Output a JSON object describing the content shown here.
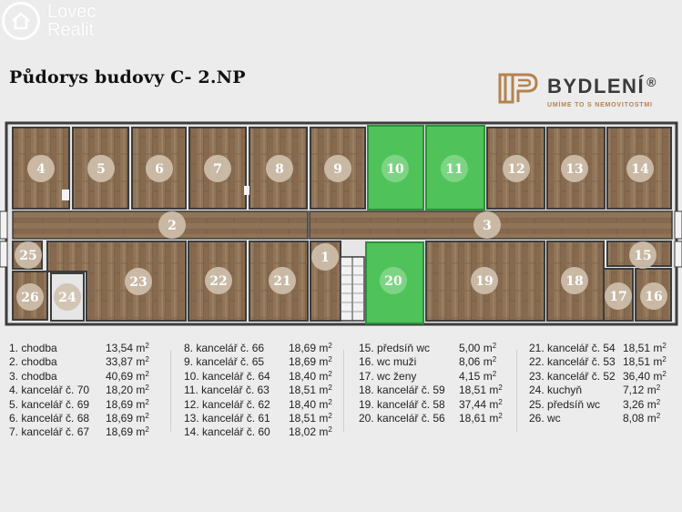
{
  "watermark": {
    "brand_line1": "Lovec",
    "brand_line2": "Realit",
    "icon": "house-icon"
  },
  "title": "Půdorys budovy C- 2.NP",
  "logo": {
    "name": "BYDLENÍ",
    "registered": "®",
    "tagline": "UMÍME TO S NEMOVITOSTMI",
    "icon": "logo-mark-icon"
  },
  "colors": {
    "floor": "#8f7458",
    "floor_dark": "#6f573f",
    "highlight": "#4fc35a",
    "wall": "#3c3c3c",
    "circle": "#cfc1ae",
    "accent": "#b5834e"
  },
  "rooms": [
    {
      "label": "4",
      "highlighted": false
    },
    {
      "label": "5",
      "highlighted": false
    },
    {
      "label": "6",
      "highlighted": false
    },
    {
      "label": "7",
      "highlighted": false
    },
    {
      "label": "8",
      "highlighted": false
    },
    {
      "label": "9",
      "highlighted": false
    },
    {
      "label": "10",
      "highlighted": true
    },
    {
      "label": "11",
      "highlighted": true
    },
    {
      "label": "12",
      "highlighted": false
    },
    {
      "label": "13",
      "highlighted": false
    },
    {
      "label": "14",
      "highlighted": false
    },
    {
      "label": "2",
      "highlighted": false
    },
    {
      "label": "3",
      "highlighted": false
    },
    {
      "label": "25",
      "highlighted": false
    },
    {
      "label": "26",
      "highlighted": false
    },
    {
      "label": "24",
      "highlighted": false
    },
    {
      "label": "23",
      "highlighted": false
    },
    {
      "label": "22",
      "highlighted": false
    },
    {
      "label": "21",
      "highlighted": false
    },
    {
      "label": "1",
      "highlighted": false
    },
    {
      "label": "20",
      "highlighted": true
    },
    {
      "label": "19",
      "highlighted": false
    },
    {
      "label": "18",
      "highlighted": false
    },
    {
      "label": "15",
      "highlighted": false
    },
    {
      "label": "17",
      "highlighted": false
    },
    {
      "label": "16",
      "highlighted": false
    }
  ],
  "legend": {
    "unit": "m",
    "unit_sup": "2",
    "columns": [
      [
        {
          "name": "1. chodba",
          "area": "13,54"
        },
        {
          "name": "2. chodba",
          "area": "33,87"
        },
        {
          "name": "3. chodba",
          "area": "40,69"
        },
        {
          "name": "4. kancelář č. 70",
          "area": "18,20"
        },
        {
          "name": "5. kancelář č. 69",
          "area": "18,69"
        },
        {
          "name": "6. kancelář č. 68",
          "area": "18,69"
        },
        {
          "name": "7. kancelář č. 67",
          "area": "18,69"
        }
      ],
      [
        {
          "name": "8. kancelář č. 66",
          "area": "18,69"
        },
        {
          "name": "9. kancelář č. 65",
          "area": "18,69"
        },
        {
          "name": "10. kancelář č. 64",
          "area": "18,40"
        },
        {
          "name": "11. kancelář č. 63",
          "area": "18,51"
        },
        {
          "name": "12. kancelář č. 62",
          "area": "18,40"
        },
        {
          "name": "13. kancelář č. 61",
          "area": "18,51"
        },
        {
          "name": "14. kancelář č. 60",
          "area": "18,02"
        }
      ],
      [
        {
          "name": "15. předsíň wc",
          "area": "5,00"
        },
        {
          "name": "16. wc muži",
          "area": "8,06"
        },
        {
          "name": "17. wc ženy",
          "area": "4,15"
        },
        {
          "name": "18. kancelář č. 59",
          "area": "18,51"
        },
        {
          "name": "19. kancelář č. 58",
          "area": "37,44"
        },
        {
          "name": "20. kancelář č. 56",
          "area": "18,61"
        }
      ],
      [
        {
          "name": "21. kancelář č. 54",
          "area": "18,51"
        },
        {
          "name": "22. kancelář č. 53",
          "area": "18,51"
        },
        {
          "name": "23. kancelář č. 52",
          "area": "36,40"
        },
        {
          "name": "24. kuchyň",
          "area": "7,12"
        },
        {
          "name": "25. předsíň wc",
          "area": "3,26"
        },
        {
          "name": "26. wc",
          "area": "8,08"
        }
      ]
    ]
  }
}
